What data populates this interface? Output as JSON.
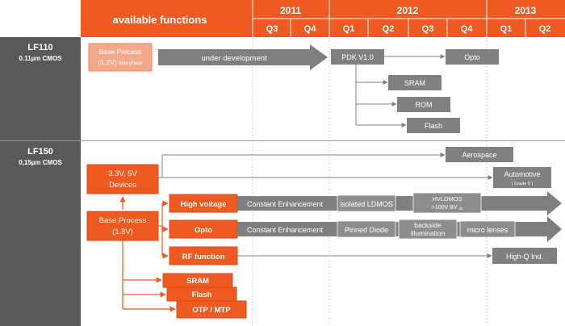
{
  "header": {
    "title": "available functions",
    "years": [
      {
        "label": "2011"
      },
      {
        "label": "2012"
      },
      {
        "label": "2013"
      }
    ],
    "quarters": [
      "Q3",
      "Q4",
      "Q1",
      "Q2",
      "Q3",
      "Q4",
      "Q1",
      "Q2"
    ]
  },
  "colors": {
    "orange": "#ef5a22",
    "orange_light": "#f5a98c",
    "gray_box": "#808080",
    "sidebar": "#595959",
    "header_bg": "#ef5a22"
  },
  "sections": [
    {
      "name": "LF110",
      "tech": "0.11µm CMOS",
      "base_process": {
        "line1": "Base Process",
        "line2": "(1.2V)",
        "suffix": "beta phase"
      },
      "dev_arrow": "under development",
      "boxes": {
        "pdk": "PDK V1.0",
        "opto": "Opto",
        "sram": "SRAM",
        "rom": "ROM",
        "flash": "Flash"
      }
    },
    {
      "name": "LF150",
      "tech": "0,15µm CMOS",
      "devices": {
        "line1": "3.3V, 5V",
        "line2": "Devices"
      },
      "base_process": {
        "line1": "Base Process",
        "line2": "(1.8V)"
      },
      "branches": {
        "high_voltage": "High voltage",
        "opto": "Opto",
        "rf": "RF function",
        "sram": "SRAM",
        "flash": "Flash",
        "otp": "OTP / MTP"
      },
      "targets": {
        "aerospace": "Aerospace",
        "automotive": "Automotive",
        "automotive_sub": "( Grade 0 )",
        "high_q": "High-Q  Ind."
      },
      "hv_row": {
        "constant": "Constant Enhancement",
        "isolated": "isolated LDMOS",
        "hvldmos1": "HVLDMOS",
        "hvldmos2": ">100V BV",
        "hvldmos_sub": "ds"
      },
      "opto_row": {
        "constant": "Constant Enhancement",
        "pinned": "Pinned Diode",
        "backside1": "backside",
        "backside2": "illumination",
        "micro": "micro lenses"
      }
    }
  ]
}
